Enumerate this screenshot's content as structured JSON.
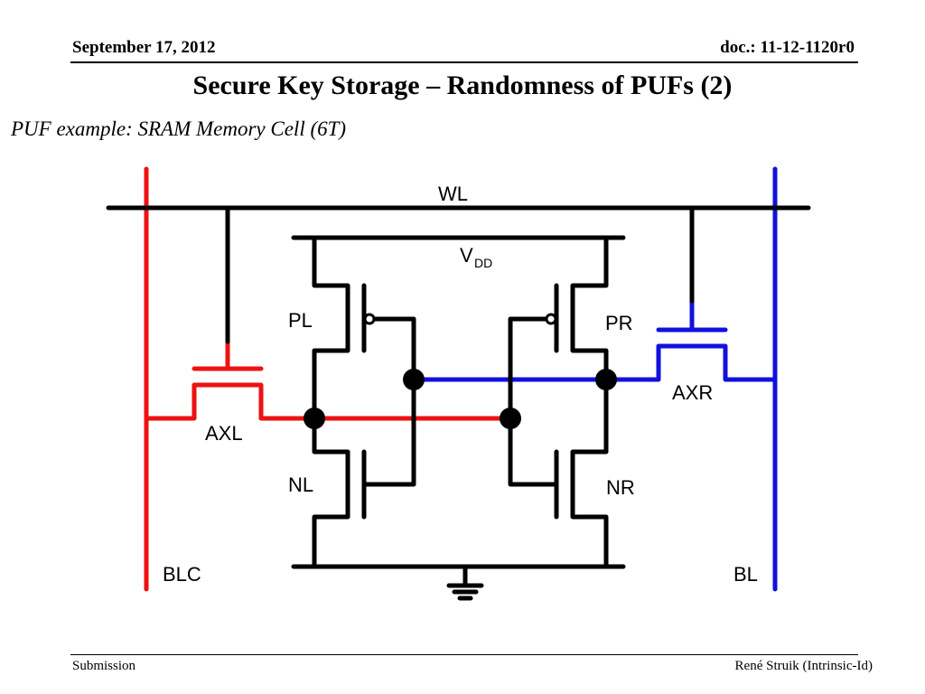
{
  "header": {
    "date": "September 17, 2012",
    "doc": "doc.: 11-12-1120r0"
  },
  "title": "Secure Key Storage – Randomness of PUFs (2)",
  "subtitle": "PUF example: SRAM Memory Cell (6T)",
  "circuit": {
    "labels": {
      "wl": "WL",
      "vdd_main": "V",
      "vdd_sub": "DD",
      "pl": "PL",
      "pr": "PR",
      "nl": "NL",
      "nr": "NR",
      "axl": "AXL",
      "axr": "AXR",
      "blc": "BLC",
      "bl": "BL"
    },
    "colors": {
      "wire": "#000000",
      "bitline_complement": "#ee1111",
      "bitline": "#1111dd"
    }
  },
  "footer": {
    "left": "Submission",
    "right": "René Struik (Intrinsic-Id)"
  }
}
